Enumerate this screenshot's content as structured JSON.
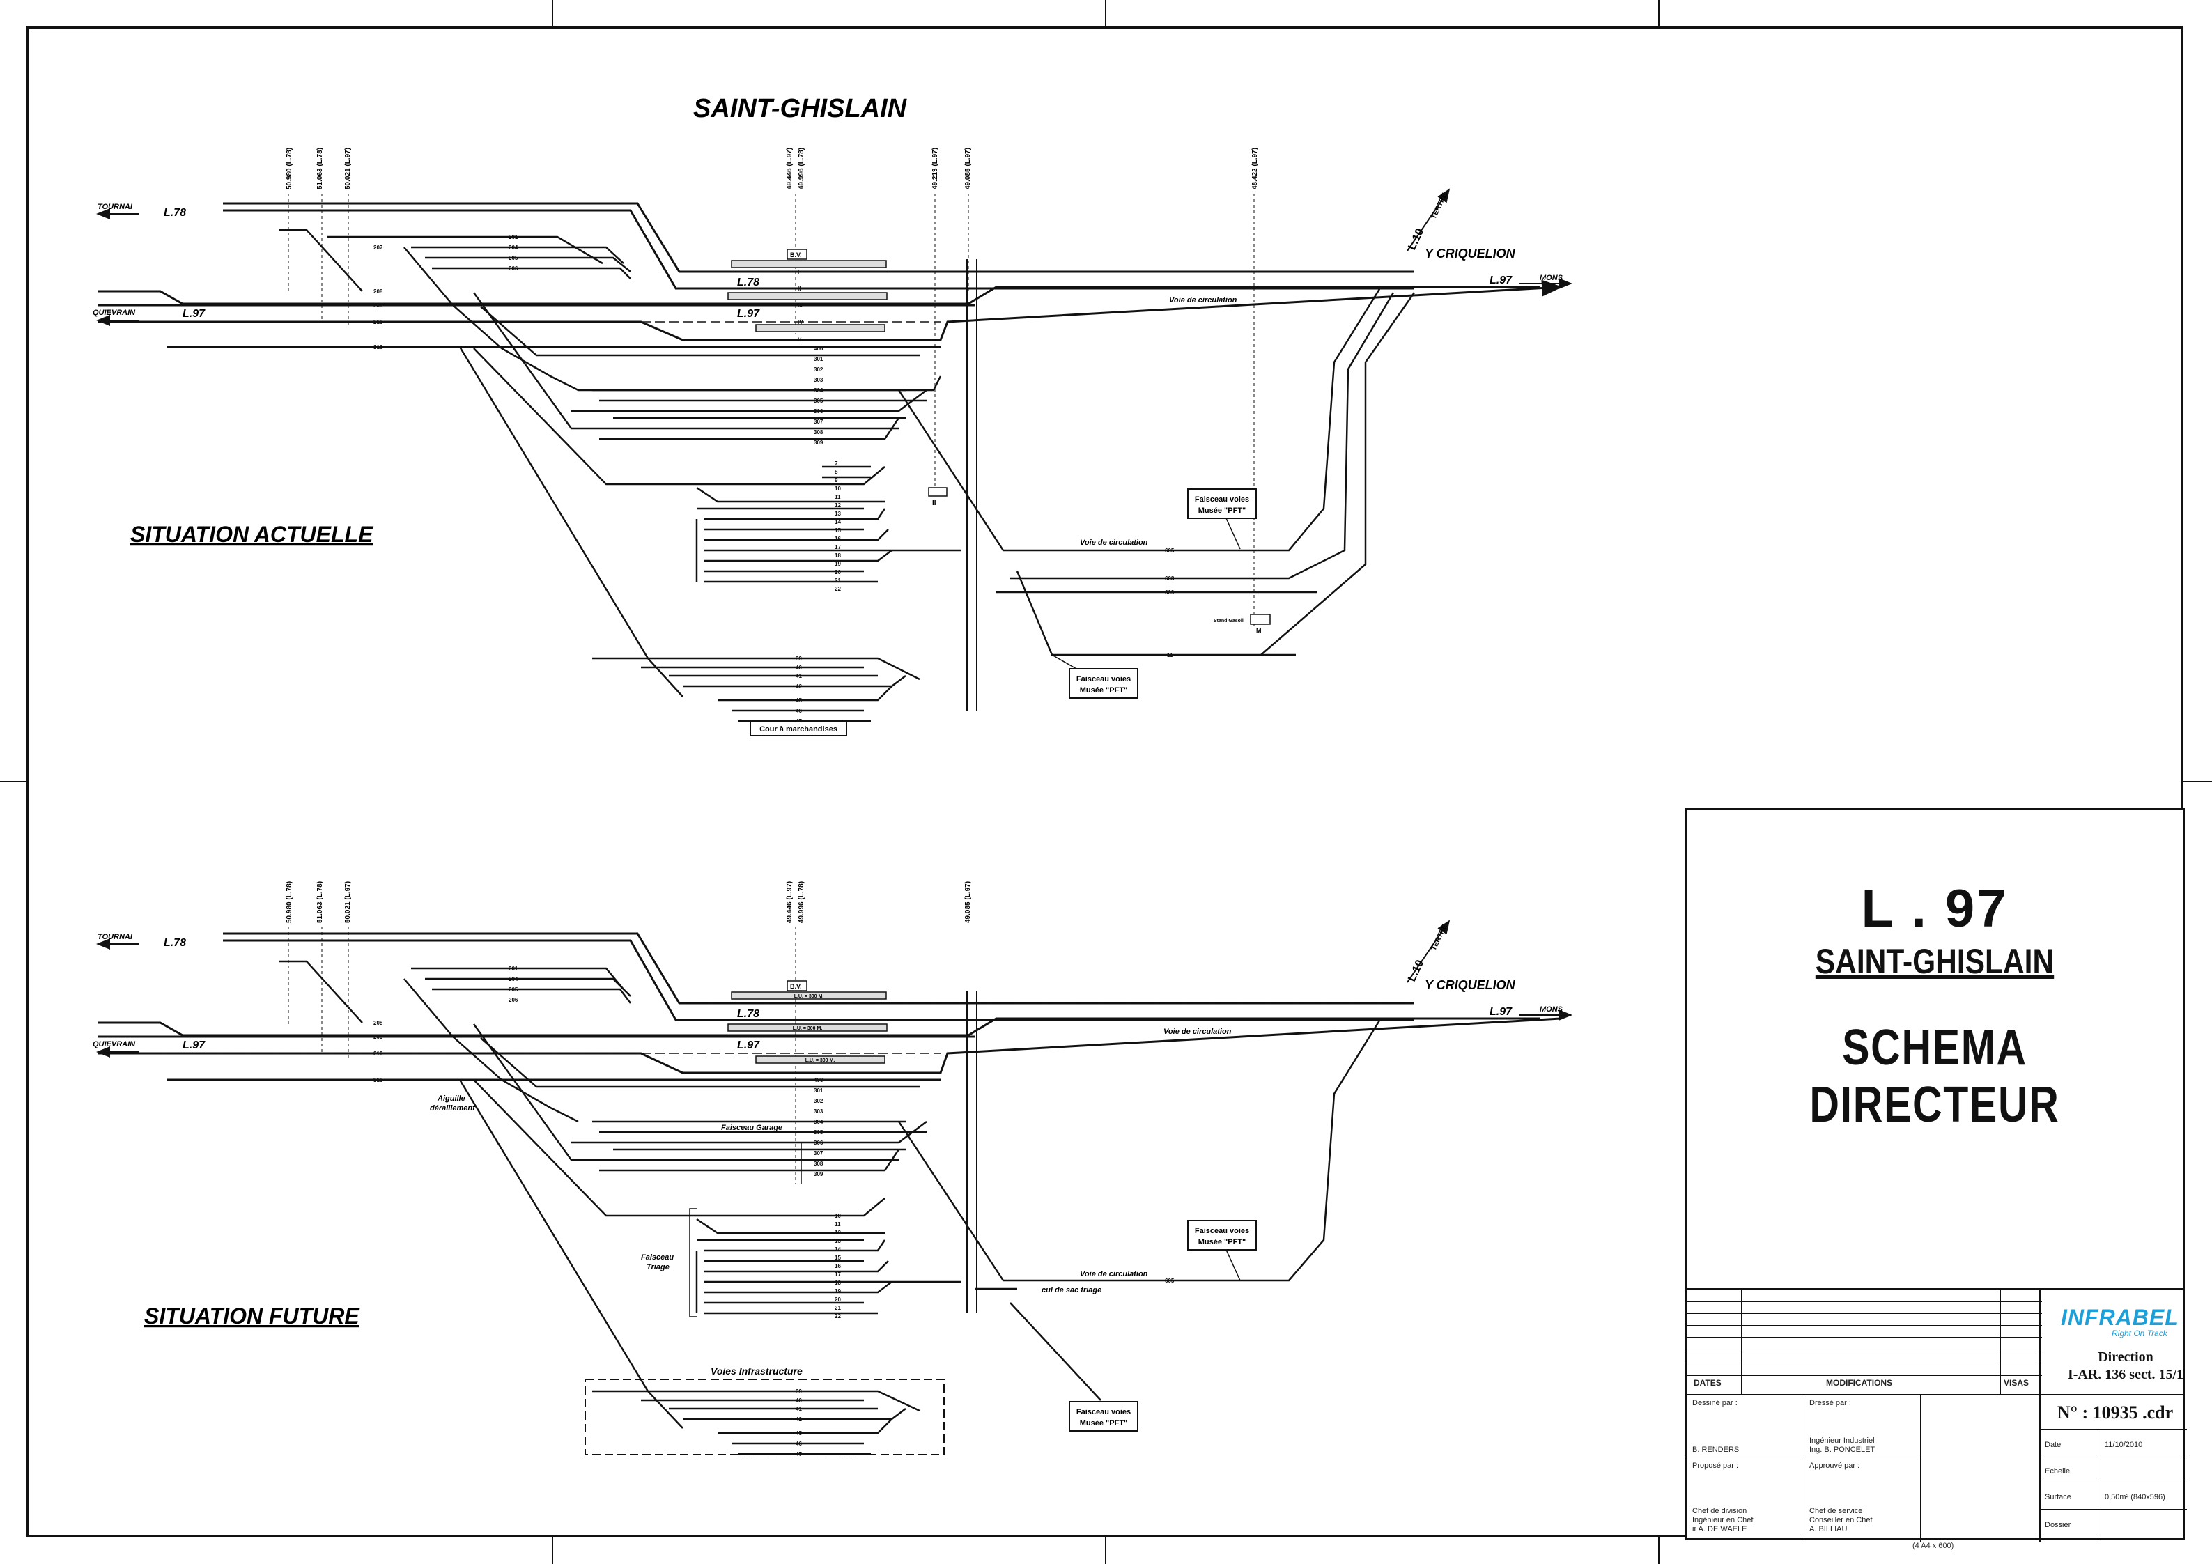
{
  "top": {
    "station_title": "SAINT-GHISLAIN",
    "section_label": "SITUATION ACTUELLE",
    "km_markers": [
      "50.980 (L.78)",
      "51.063 (L.78)",
      "50.021 (L.97)",
      "49.446 (L.97)",
      "49.996 (L.78)",
      "49.213 (L.97)",
      "49.085 (L.97)",
      "48.422 (L.97)"
    ]
  },
  "bottom": {
    "section_label": "SITUATION FUTURE",
    "km_markers": [
      "50.980 (L.78)",
      "51.063 (L.78)",
      "50.021 (L.97)",
      "49.446 (L.97)",
      "49.996 (L.78)",
      "49.085 (L.97)"
    ],
    "aiguille": "Aiguille",
    "deraillement": "déraillement",
    "faisceau_garage": "Faisceau Garage",
    "faisceau": "Faisceau",
    "triage": "Triage",
    "cul_de_sac": "cul de sac triage",
    "voies_infra": "Voies Infrastructure",
    "lu": "L.U. = 300 M."
  },
  "common": {
    "tournai": "TOURNAI",
    "quievrain": "QUIEVRAIN",
    "mons": "MONS",
    "l78": "L.78",
    "l97": "L.97",
    "l10": "L.10",
    "tertre": "TERTRE",
    "y_criquelion": "Y CRIQUELION",
    "bv": "B.V.",
    "voie_circulation": "Voie de circulation",
    "faisceau_pft_1": "Faisceau voies",
    "faisceau_pft_2": "Musée \"PFT\"",
    "cour": "Cour à marchandises",
    "stand": "Stand Gasoil",
    "stand_letter": "M",
    "platform_ii": "II",
    "tracks_200": [
      "201",
      "204",
      "205",
      "206",
      "207",
      "208",
      "209",
      "210",
      "310"
    ],
    "tracks_300": [
      "406",
      "301",
      "302",
      "303",
      "304",
      "305",
      "306",
      "307",
      "308",
      "309"
    ],
    "tracks_yard_top": [
      "7",
      "8",
      "9",
      "10",
      "11",
      "12",
      "13",
      "14",
      "15",
      "16",
      "17",
      "18",
      "19",
      "20",
      "21",
      "22"
    ],
    "tracks_yard_bottom": [
      "10",
      "11",
      "12",
      "13",
      "14",
      "15",
      "16",
      "17",
      "18",
      "19",
      "20",
      "21",
      "22"
    ],
    "tracks_goods": [
      "39",
      "40",
      "41",
      "42",
      "45",
      "46",
      "47"
    ],
    "tracks_600": [
      "605",
      "608",
      "609",
      "11"
    ],
    "roman": [
      "I",
      "II",
      "III",
      "IV",
      "V"
    ]
  },
  "title_block": {
    "line": "L . 97",
    "station": "SAINT-GHISLAIN",
    "document": "SCHEMA  DIRECTEUR",
    "dates": "DATES",
    "modifications": "MODIFICATIONS",
    "visas": "VISAS",
    "logo": "INFRABEL",
    "slogan": "Right On Track",
    "direction_1": "Direction",
    "direction_2": "I-AR. 136 sect. 15/1",
    "number": "N° : 10935 .cdr",
    "dessine_par": "Dessiné par :",
    "dessine_nom": "B. RENDERS",
    "dresse_par": "Dressé par :",
    "dresse_titre": "Ingénieur Industriel",
    "dresse_nom": "Ing. B. PONCELET",
    "propose_par": "Proposé par :",
    "propose_1": "Chef de division",
    "propose_2": "Ingénieur en Chef",
    "propose_3": "ir A. DE WAELE",
    "approuve_par": "Approuvé par :",
    "approuve_1": "Chef de service",
    "approuve_2": "Conseiller en Chef",
    "approuve_3": "A. BILLIAU",
    "date_label": "Date",
    "date_value": "11/10/2010",
    "echelle_label": "Echelle",
    "surface_label": "Surface",
    "surface_value": "0,50m² (840x596)",
    "dossier_label": "Dossier",
    "format_note": "(4 A4 x 600)"
  }
}
